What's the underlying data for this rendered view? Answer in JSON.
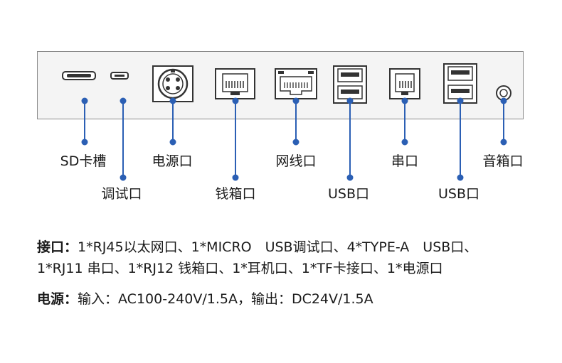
{
  "colors": {
    "connector": "#2b5fb4",
    "panel_fill": "#f4f4f4",
    "panel_border": "#8a8a8a"
  },
  "ports": [
    {
      "id": "sd",
      "icon": "sd-slot-icon",
      "label": "SD卡槽"
    },
    {
      "id": "micro",
      "icon": "micro-usb-icon",
      "label": "调试口"
    },
    {
      "id": "power",
      "icon": "power-din-icon",
      "label": "电源口"
    },
    {
      "id": "rj12",
      "icon": "rj12-icon",
      "label": "钱箱口"
    },
    {
      "id": "rj45",
      "icon": "rj45-icon",
      "label": "网线口"
    },
    {
      "id": "usb1",
      "icon": "usb-stack-icon",
      "label": "USB口"
    },
    {
      "id": "rj11",
      "icon": "rj11-icon",
      "label": "串口"
    },
    {
      "id": "usb2",
      "icon": "usb-stack-icon",
      "label": "USB口"
    },
    {
      "id": "audio",
      "icon": "audio-jack-icon",
      "label": "音箱口"
    }
  ],
  "specs": {
    "interface_heading": "接口：",
    "interface_line1": "1*RJ45以太网口、1*MICRO　USB调试口、4*TYPE-A　USB口、",
    "interface_line2": "1*RJ11 串口、1*RJ12 钱箱口、1*耳机口、1*TF卡接口、1*电源口",
    "power_heading": "电源：",
    "power_text": "输入：AC100-240V/1.5A，输出：DC24V/1.5A"
  }
}
